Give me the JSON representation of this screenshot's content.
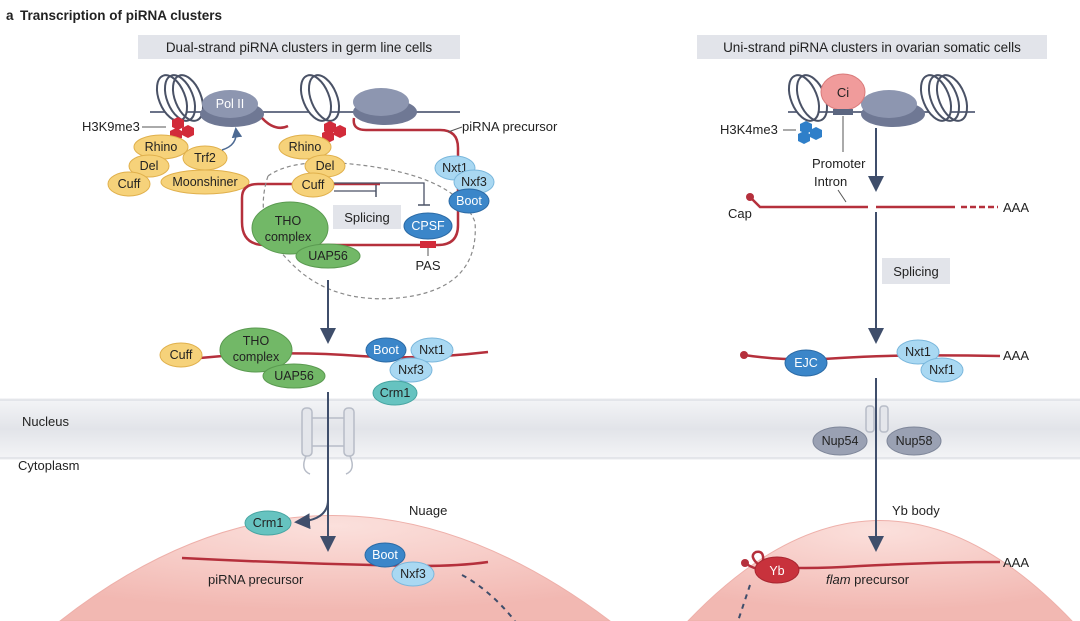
{
  "figure": {
    "panel_letter": "a",
    "panel_title": "Transcription of piRNA clusters",
    "left_header": "Dual-strand piRNA clusters in germ line cells",
    "right_header": "Uni-strand piRNA clusters in ovarian somatic cells"
  },
  "compartments": {
    "nucleus": "Nucleus",
    "cytoplasm": "Cytoplasm",
    "nuage": "Nuage",
    "yb_body": "Yb body"
  },
  "left": {
    "h3k9me3": "H3K9me3",
    "pol2": "Pol II",
    "rhino_a": "Rhino",
    "del_a": "Del",
    "cuff_a": "Cuff",
    "trf2": "Trf2",
    "moonshiner": "Moonshiner",
    "rhino_b": "Rhino",
    "del_b": "Del",
    "cuff_b": "Cuff",
    "pirna_precursor_top": "piRNA precursor",
    "nxt1_a": "Nxt1",
    "nxf3_a": "Nxf3",
    "boot_a": "Boot",
    "splicing": "Splicing",
    "cpsf": "CPSF",
    "tho_line1": "THO",
    "tho_line2": "complex",
    "uap56_a": "UAP56",
    "pas": "PAS",
    "cuff_c": "Cuff",
    "tho2_line1": "THO",
    "tho2_line2": "complex",
    "uap56_b": "UAP56",
    "boot_b": "Boot",
    "nxt1_b": "Nxt1",
    "nxf3_b": "Nxf3",
    "crm1_a": "Crm1",
    "crm1_b": "Crm1",
    "boot_c": "Boot",
    "nxf3_c": "Nxf3",
    "pirna_precursor_bottom": "piRNA precursor"
  },
  "right": {
    "ci": "Ci",
    "h3k4me3": "H3K4me3",
    "promoter": "Promoter",
    "intron": "Intron",
    "cap": "Cap",
    "aaa_1": "AAA",
    "splicing": "Splicing",
    "ejc": "EJC",
    "nxt1": "Nxt1",
    "nxf1": "Nxf1",
    "aaa_2": "AAA",
    "nup54": "Nup54",
    "nup58": "Nup58",
    "yb": "Yb",
    "flam_italic": "flam",
    "flam_rest": " precursor",
    "aaa_3": "AAA"
  },
  "colors": {
    "rna": "#b5303c",
    "yellow_protein": "#f6d27a",
    "green_protein": "#72b867",
    "blue_protein": "#3b86c9",
    "light_blue_protein": "#a9d8f2",
    "teal_protein": "#66c3c0",
    "gray_protein": "#8e96a8",
    "header_box": "#e2e4ea",
    "nuclear_band": "#e6e8ec",
    "nuage": "#f6c9c4"
  }
}
